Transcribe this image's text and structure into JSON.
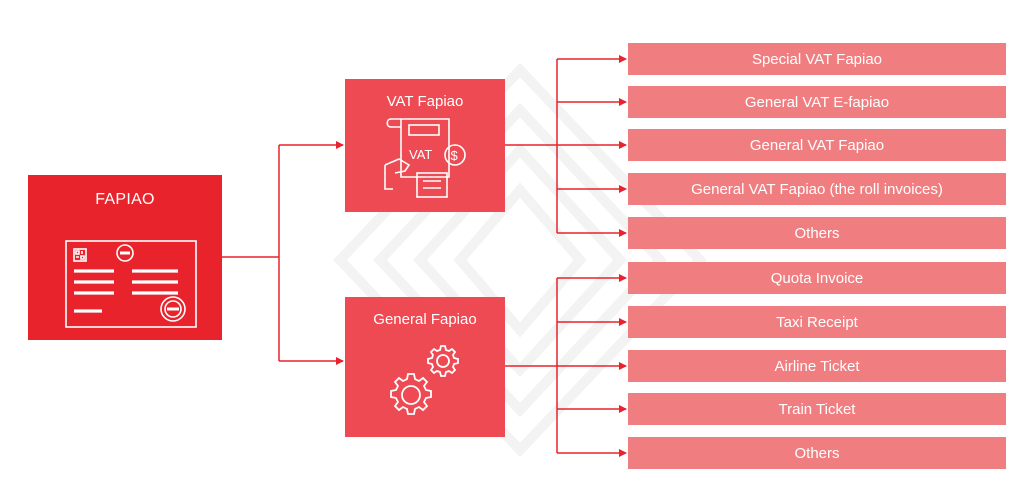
{
  "colors": {
    "root": "#e8232b",
    "category": "#ee4a53",
    "leaf": "#f07e80",
    "connector": "#e8232b"
  },
  "root": {
    "title": "FAPIAO",
    "icon": "invoice-document-icon"
  },
  "categories": [
    {
      "title": "VAT Fapiao",
      "icon": "vat-receipt-icon",
      "items": [
        "Special VAT Fapiao",
        "General VAT E-fapiao",
        "General VAT Fapiao",
        "General VAT Fapiao (the roll invoices)",
        "Others"
      ]
    },
    {
      "title": "General Fapiao",
      "icon": "gears-icon",
      "items": [
        "Quota Invoice",
        "Taxi Receipt",
        "Airline Ticket",
        "Train Ticket",
        "Others"
      ]
    }
  ]
}
